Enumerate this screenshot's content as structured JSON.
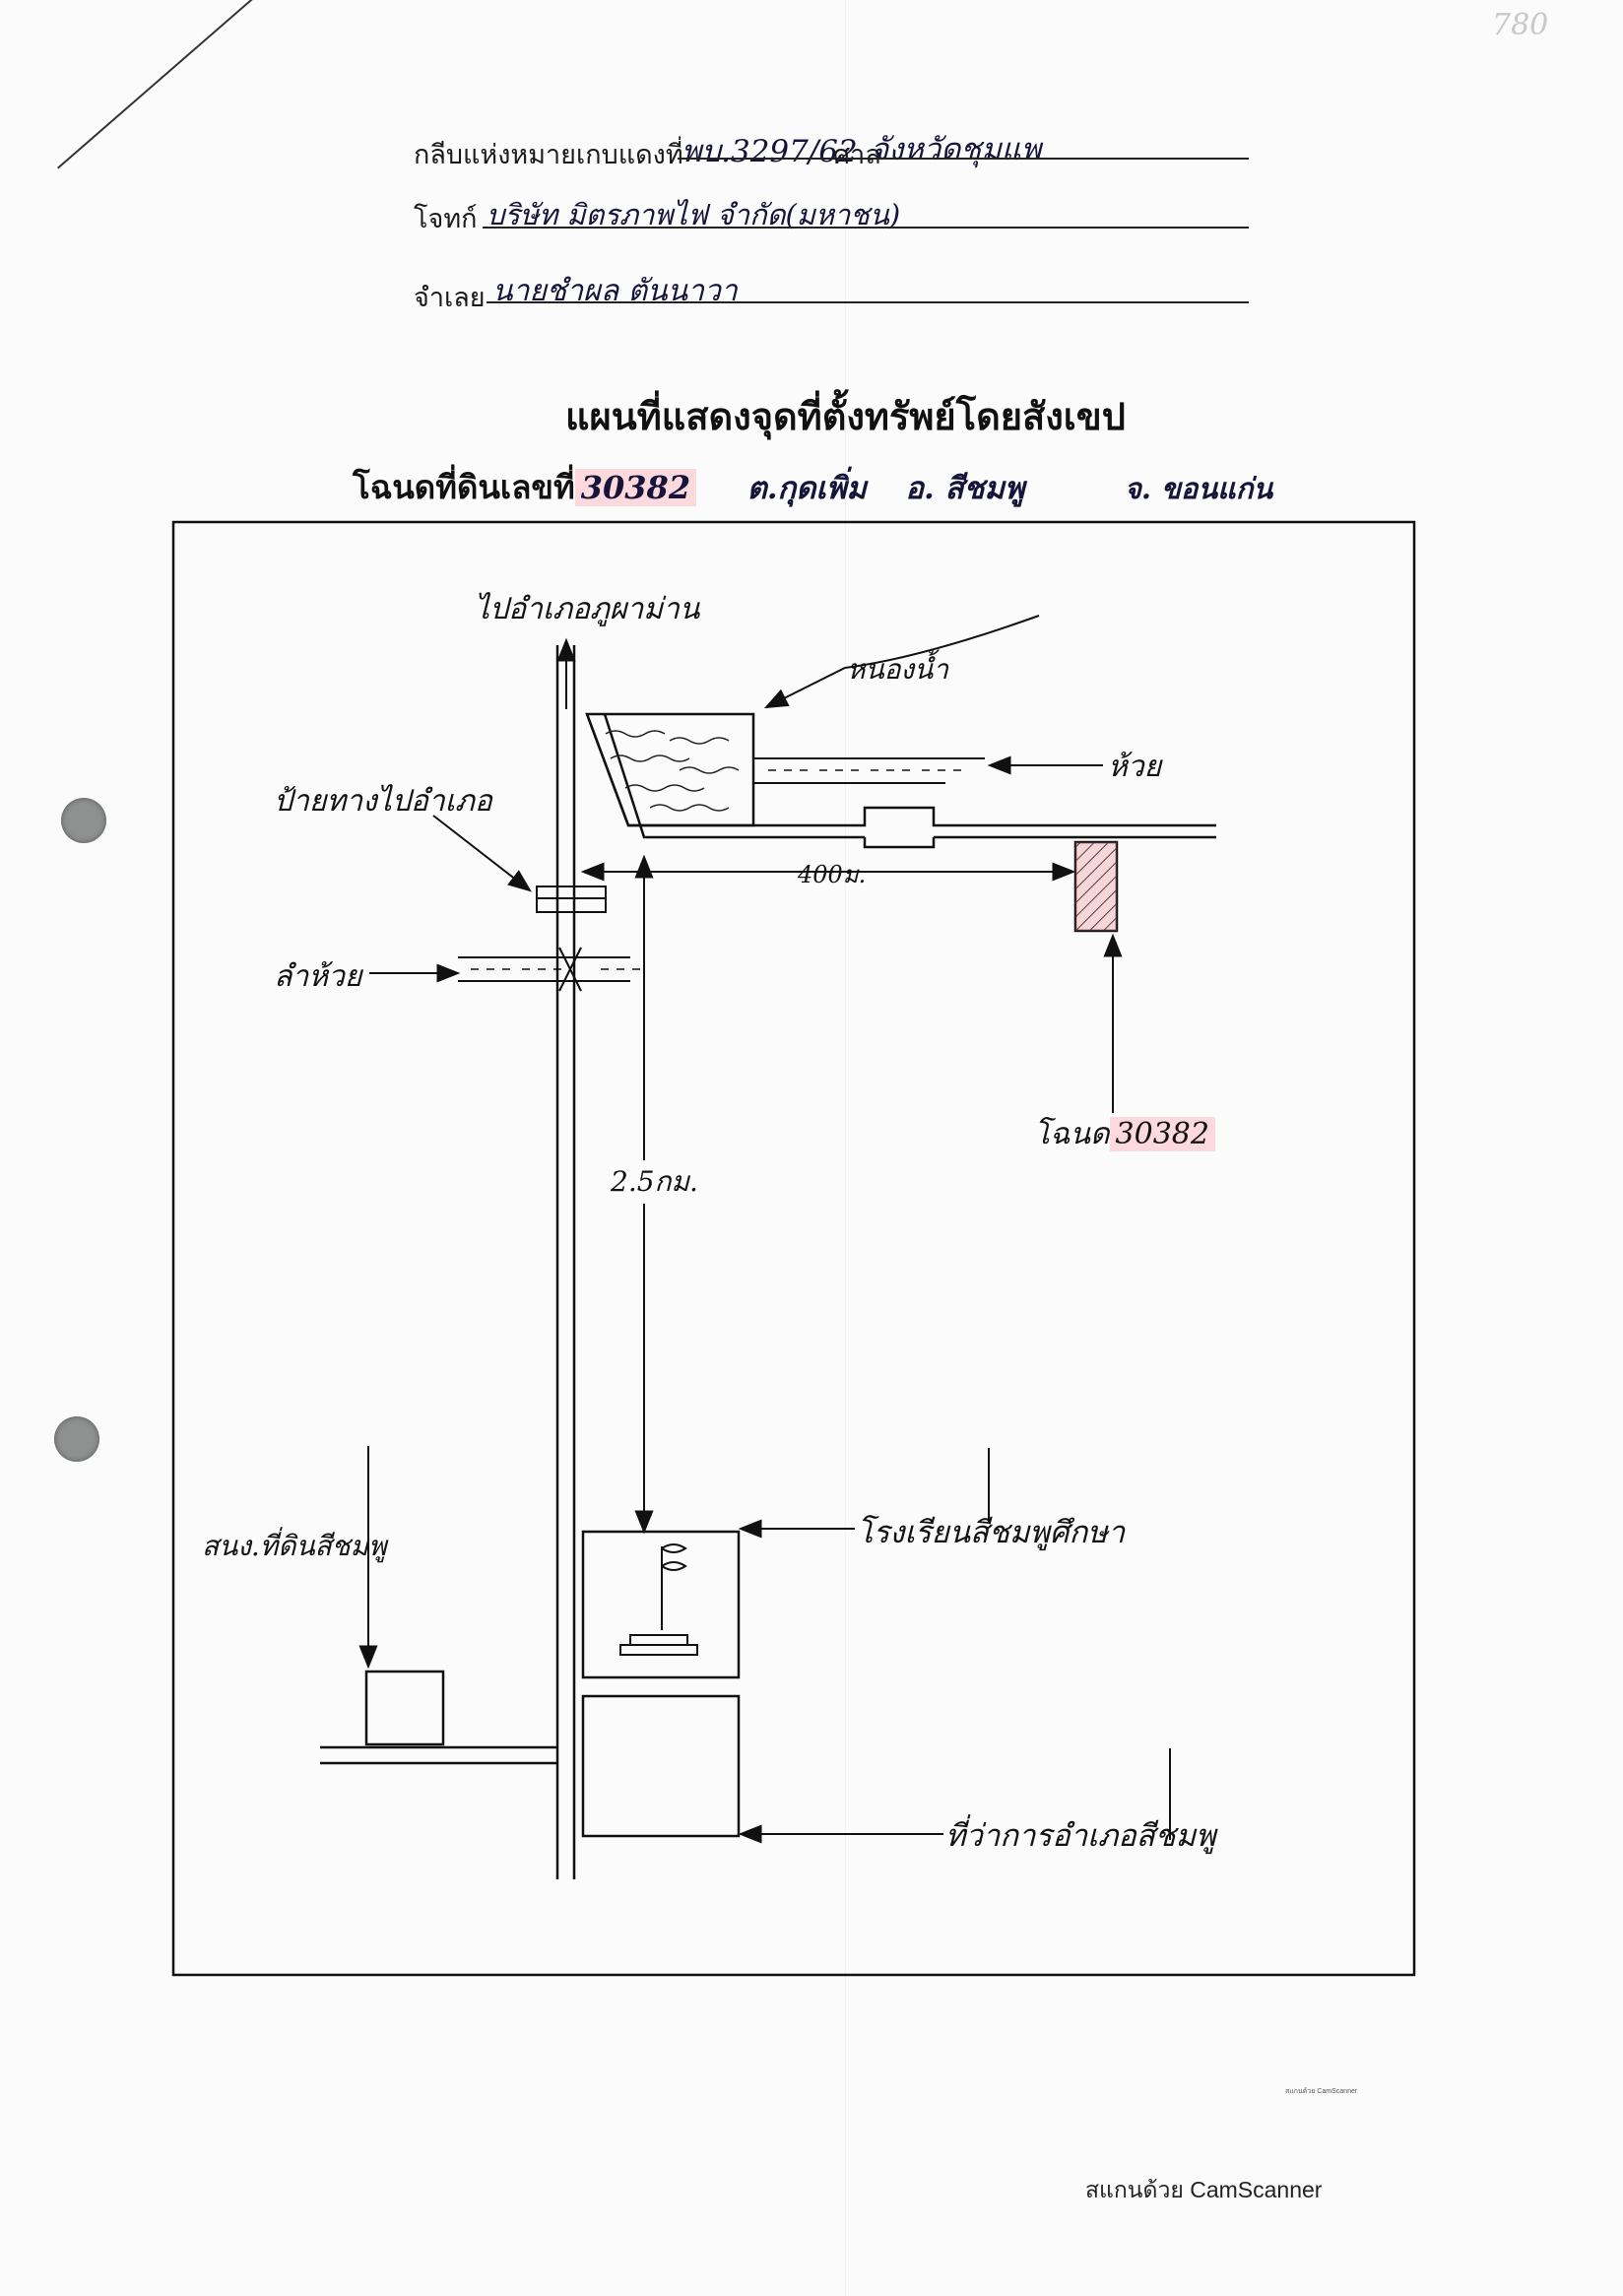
{
  "document": {
    "corner_number": "780",
    "header": {
      "line1_label": "กลีบแห่งหมายเกบแดงที่",
      "case_no": "พบ.3297/62",
      "court_label": "ศาล",
      "court": "จังหวัดชุมแพ",
      "line2_label": "โจทก์",
      "plaintiff": "บริษัท มิตรภาพไฟ จำกัด(มหาชน)",
      "line3_label": "จำเลย",
      "defendant": "นายชำผล ตันนาวา"
    },
    "title": "แผนที่แสดงจุดที่ตั้งทรัพย์โดยสังเขป",
    "deed": {
      "label": "โฉนดที่ดินเลขที่",
      "number": "30382",
      "tambon": "ต.กุดเพิ่ม",
      "amphoe": "อ. สีชมพู",
      "province": "จ. ขอนแก่น"
    }
  },
  "map": {
    "to_north": "ไปอำเภอภูผาม่าน",
    "pond": "หนองน้ำ",
    "stream_right": "ห้วย",
    "signpost": "ป้ายทางไปอำเภอ",
    "stream_left": "ลำห้วย",
    "distance_short": "400ม.",
    "distance_long": "2.5กม.",
    "deed_label": "โฉนด",
    "deed_no": "30382",
    "land_office": "สนง.ที่ดินสีชมพู",
    "school": "โรงเรียนสีชมพูศึกษา",
    "district_office": "ที่ว่าการอำเภอสีชมพู"
  },
  "footer": {
    "scanner": "สแกนด้วย CamScanner",
    "small_stamp": "สแกนด้วย CamScanner"
  }
}
